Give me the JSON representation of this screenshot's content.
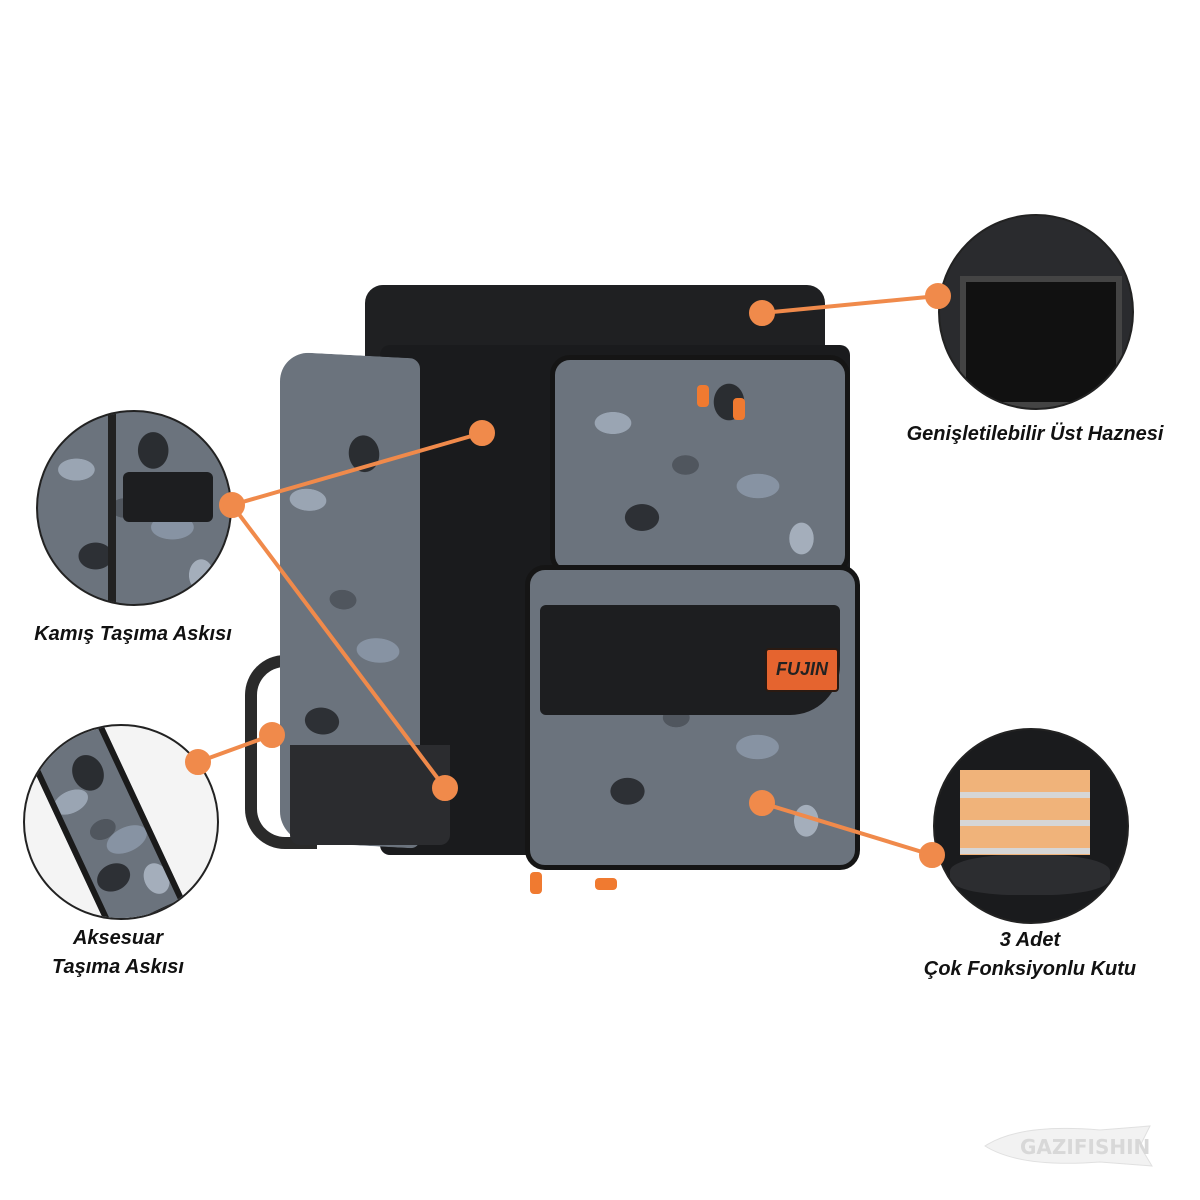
{
  "brand_patch": "FUJIN",
  "watermark": "GAZIFISHIN",
  "callouts": [
    {
      "id": "top-compartment",
      "lines": [
        "Genişletilebilir Üst Haznesi"
      ]
    },
    {
      "id": "rod-holder",
      "lines": [
        "Kamış Taşıma Askısı"
      ]
    },
    {
      "id": "accessory-strap",
      "lines": [
        "Aksesuar",
        "Taşıma Askısı"
      ]
    },
    {
      "id": "tackle-boxes",
      "lines": [
        "3 Adet",
        "Çok Fonksiyonlu Kutu"
      ]
    }
  ],
  "colors": {
    "accent": "#f08a4b",
    "bag_black": "#1c1d1f",
    "camo_light": "#9aa5b3"
  }
}
